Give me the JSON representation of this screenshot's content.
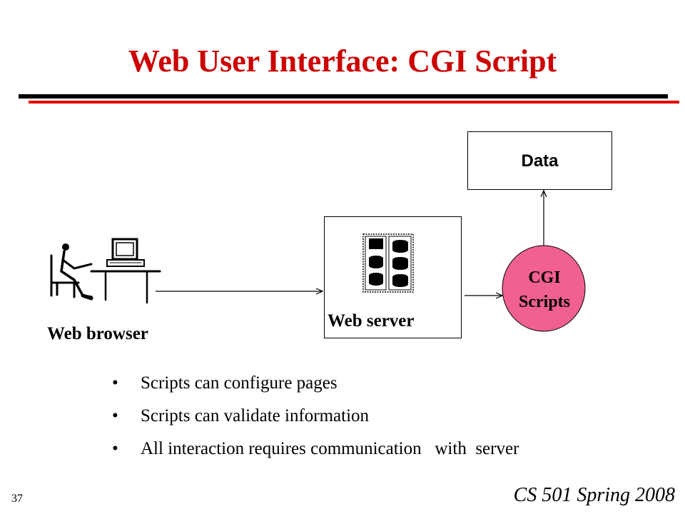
{
  "slide": {
    "title": "Web User Interface: CGI Script",
    "page_number": "37",
    "course": "CS 501 Spring 2008"
  },
  "diagram": {
    "data_label": "Data",
    "web_server_label": "Web server",
    "web_browser_label": "Web browser",
    "cgi_line1": "CGI",
    "cgi_line2": "Scripts",
    "colors": {
      "title": "#cc0000",
      "rule_red": "#e60000",
      "cgi_fill": "#f06090"
    }
  },
  "bullets": [
    "Scripts can configure  pages",
    "Scripts can validate information",
    "All interaction requires communication   with  server"
  ],
  "icons": [
    "person-at-computer-icon",
    "server-rack-icon"
  ]
}
